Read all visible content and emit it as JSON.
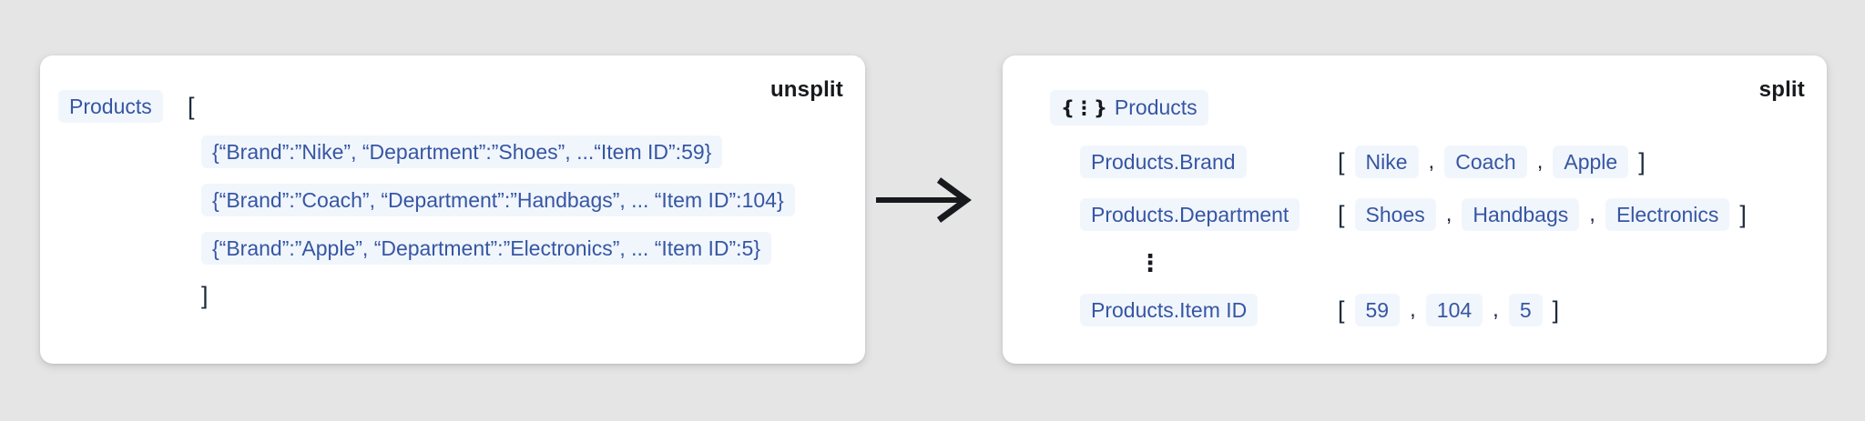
{
  "colors": {
    "page_background": "#e5e5e6",
    "card_background": "#ffffff",
    "chip_background": "#f1f6fd",
    "chip_text_blue": "#3656a3",
    "dark_text": "#17191d",
    "punctuation": "#1f2b3e"
  },
  "left_card": {
    "badge": "unsplit",
    "field_label": "Products",
    "open_bracket": "[",
    "close_bracket": "]",
    "rows": [
      "{“Brand”:”Nike”, “Department”:”Shoes”, ...“Item ID”:59}",
      "{“Brand”:”Coach”, “Department”:”Handbags”, ... “Item ID”:104}",
      "{“Brand”:”Apple”, “Department”:”Electronics”, ... “Item ID”:5}"
    ]
  },
  "arrow": {
    "direction": "right"
  },
  "right_card": {
    "badge": "split",
    "root_icon_glyph": "{⋮}",
    "root_label": "Products",
    "more_fields_ellipsis": "⋮",
    "open_bracket": "[",
    "close_bracket": "]",
    "comma": ",",
    "fields": [
      {
        "label": "Products.Brand",
        "values": [
          "Nike",
          "Coach",
          "Apple"
        ]
      },
      {
        "label": "Products.Department",
        "values": [
          "Shoes",
          "Handbags",
          "Electronics"
        ]
      },
      {
        "label": "Products.Item ID",
        "values": [
          "59",
          "104",
          "5"
        ]
      }
    ]
  }
}
